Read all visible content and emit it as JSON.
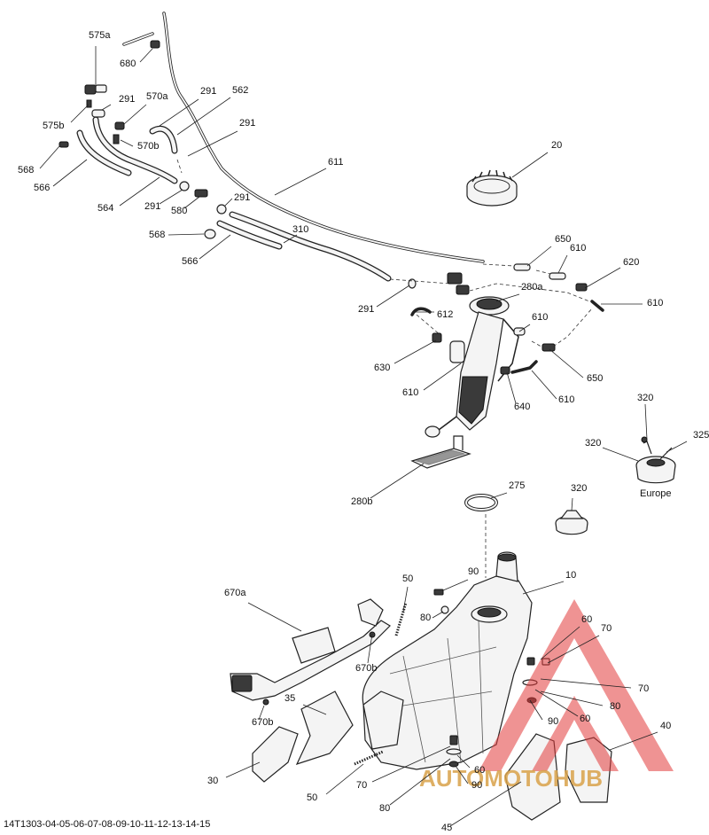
{
  "diagram": {
    "document_code": "14T1303-04-05-06-07-08-09-10-11-12-13-14-15",
    "region_label": "Europe",
    "watermark": "AUTOMOTOHUB",
    "callouts": [
      {
        "id": "c575a",
        "text": "575a"
      },
      {
        "id": "c680",
        "text": "680"
      },
      {
        "id": "c291a",
        "text": "291"
      },
      {
        "id": "c570a",
        "text": "570a"
      },
      {
        "id": "c291b",
        "text": "291"
      },
      {
        "id": "c562",
        "text": "562"
      },
      {
        "id": "c575b",
        "text": "575b"
      },
      {
        "id": "c570b",
        "text": "570b"
      },
      {
        "id": "c291c",
        "text": "291"
      },
      {
        "id": "c568a",
        "text": "568"
      },
      {
        "id": "c566a",
        "text": "566"
      },
      {
        "id": "c611",
        "text": "611"
      },
      {
        "id": "c20",
        "text": "20"
      },
      {
        "id": "c564",
        "text": "564"
      },
      {
        "id": "c291d",
        "text": "291"
      },
      {
        "id": "c580",
        "text": "580"
      },
      {
        "id": "c291e",
        "text": "291"
      },
      {
        "id": "c568b",
        "text": "568"
      },
      {
        "id": "c310",
        "text": "310"
      },
      {
        "id": "c566b",
        "text": "566"
      },
      {
        "id": "c650a",
        "text": "650"
      },
      {
        "id": "c610a",
        "text": "610"
      },
      {
        "id": "c620",
        "text": "620"
      },
      {
        "id": "c280a",
        "text": "280a"
      },
      {
        "id": "c610b",
        "text": "610"
      },
      {
        "id": "c291f",
        "text": "291"
      },
      {
        "id": "c612",
        "text": "612"
      },
      {
        "id": "c610c",
        "text": "610"
      },
      {
        "id": "c630",
        "text": "630"
      },
      {
        "id": "c650b",
        "text": "650"
      },
      {
        "id": "c610d",
        "text": "610"
      },
      {
        "id": "c640",
        "text": "640"
      },
      {
        "id": "c610e",
        "text": "610"
      },
      {
        "id": "c320a",
        "text": "320"
      },
      {
        "id": "c320b",
        "text": "320"
      },
      {
        "id": "c325",
        "text": "325"
      },
      {
        "id": "c280b",
        "text": "280b"
      },
      {
        "id": "c275",
        "text": "275"
      },
      {
        "id": "c320c",
        "text": "320"
      },
      {
        "id": "c90a",
        "text": "90"
      },
      {
        "id": "c10",
        "text": "10"
      },
      {
        "id": "c50a",
        "text": "50"
      },
      {
        "id": "c80a",
        "text": "80"
      },
      {
        "id": "c670a",
        "text": "670a"
      },
      {
        "id": "c60a",
        "text": "60"
      },
      {
        "id": "c70a",
        "text": "70"
      },
      {
        "id": "c670b1",
        "text": "670b"
      },
      {
        "id": "c70b",
        "text": "70"
      },
      {
        "id": "c35",
        "text": "35"
      },
      {
        "id": "c80b",
        "text": "80"
      },
      {
        "id": "c90b",
        "text": "90"
      },
      {
        "id": "c60b",
        "text": "60"
      },
      {
        "id": "c670b2",
        "text": "670b"
      },
      {
        "id": "c40",
        "text": "40"
      },
      {
        "id": "c30",
        "text": "30"
      },
      {
        "id": "c60c",
        "text": "60"
      },
      {
        "id": "c70c",
        "text": "70"
      },
      {
        "id": "c90c",
        "text": "90"
      },
      {
        "id": "c50b",
        "text": "50"
      },
      {
        "id": "c80c",
        "text": "80"
      },
      {
        "id": "c45",
        "text": "45"
      }
    ]
  }
}
